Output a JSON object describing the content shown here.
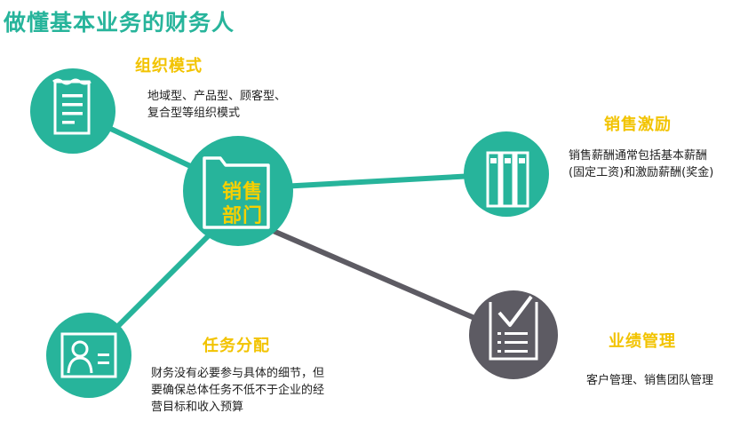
{
  "page_title": "做懂基本业务的财务人",
  "center": {
    "line1": "销售",
    "line2": "部门"
  },
  "nodes": {
    "org": {
      "title": "组织模式",
      "desc": [
        "地域型、产品型、顾客型、",
        "复合型等组织模式"
      ]
    },
    "incentive": {
      "title": "销售激励",
      "desc": [
        "销售薪酬通常包括基本薪酬",
        "(固定工资)和激励薪酬(奖金)"
      ]
    },
    "task": {
      "title": "任务分配",
      "desc": [
        "财务没有必要参与具体的细节，但",
        "要确保总体任务不低不于企业的经",
        "营目标和收入预算"
      ]
    },
    "performance": {
      "title": "业绩管理",
      "desc": [
        "客户管理、销售团队管理"
      ]
    }
  },
  "colors": {
    "teal": "#27b49b",
    "gray": "#5d5b63",
    "yellow": "#f2c300",
    "white": "#ffffff"
  },
  "icons": {
    "org": "document-list-icon",
    "center": "folder-icon",
    "incentive": "binders-icon",
    "task": "id-card-icon",
    "performance": "checklist-icon"
  }
}
